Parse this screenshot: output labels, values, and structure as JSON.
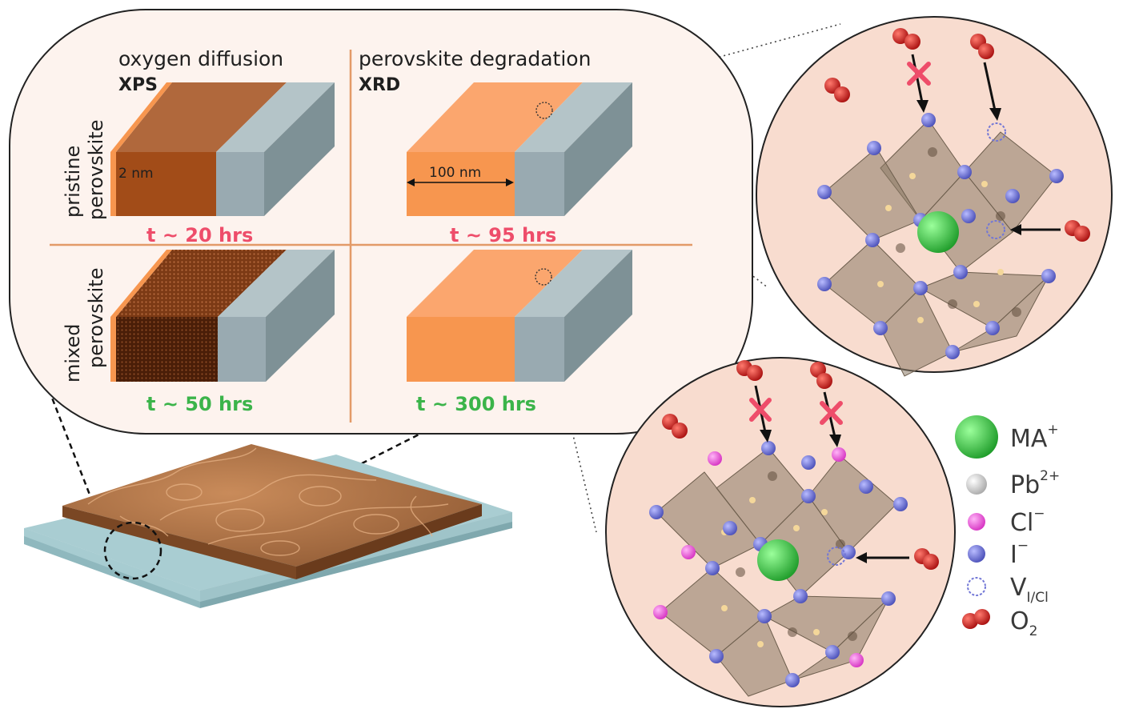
{
  "panel": {
    "col1_title": "oxygen diffusion",
    "col1_method": "XPS",
    "col2_title": "perovskite degradation",
    "col2_method": "XRD",
    "row1_label_a": "pristine",
    "row1_label_b": "perovskite",
    "row2_label_a": "mixed",
    "row2_label_b": "perovskite",
    "thickness_label": "2 nm",
    "width_label": "100 nm",
    "times": {
      "pristine_xps": "t ~ 20 hrs",
      "pristine_xrd": "t ~ 95 hrs",
      "mixed_xps": "t ~ 50 hrs",
      "mixed_xrd": "t ~ 300 hrs"
    }
  },
  "legend": {
    "ma": {
      "base": "MA",
      "sup": "+"
    },
    "pb": {
      "base": "Pb",
      "sup": "2+"
    },
    "cl": {
      "base": "Cl",
      "sup": "−"
    },
    "i": {
      "base": "I",
      "sup": "−"
    },
    "v": {
      "base": "V",
      "sub": "I/Cl"
    },
    "o2": {
      "base": "O",
      "sub": "2"
    }
  },
  "colors": {
    "time_pristine": "#ee4d6a",
    "time_mixed": "#3bb44a",
    "perovskite_orange": "#f7964f",
    "perovskite_dark": "#a24c18",
    "substrate_gray": "#99aab1",
    "ma_green": "#39c44a",
    "cl_pink": "#ea5bd7",
    "i_blue": "#7277d6",
    "o2_red": "#cf1e1e",
    "circle_fill": "#f8dccf"
  }
}
